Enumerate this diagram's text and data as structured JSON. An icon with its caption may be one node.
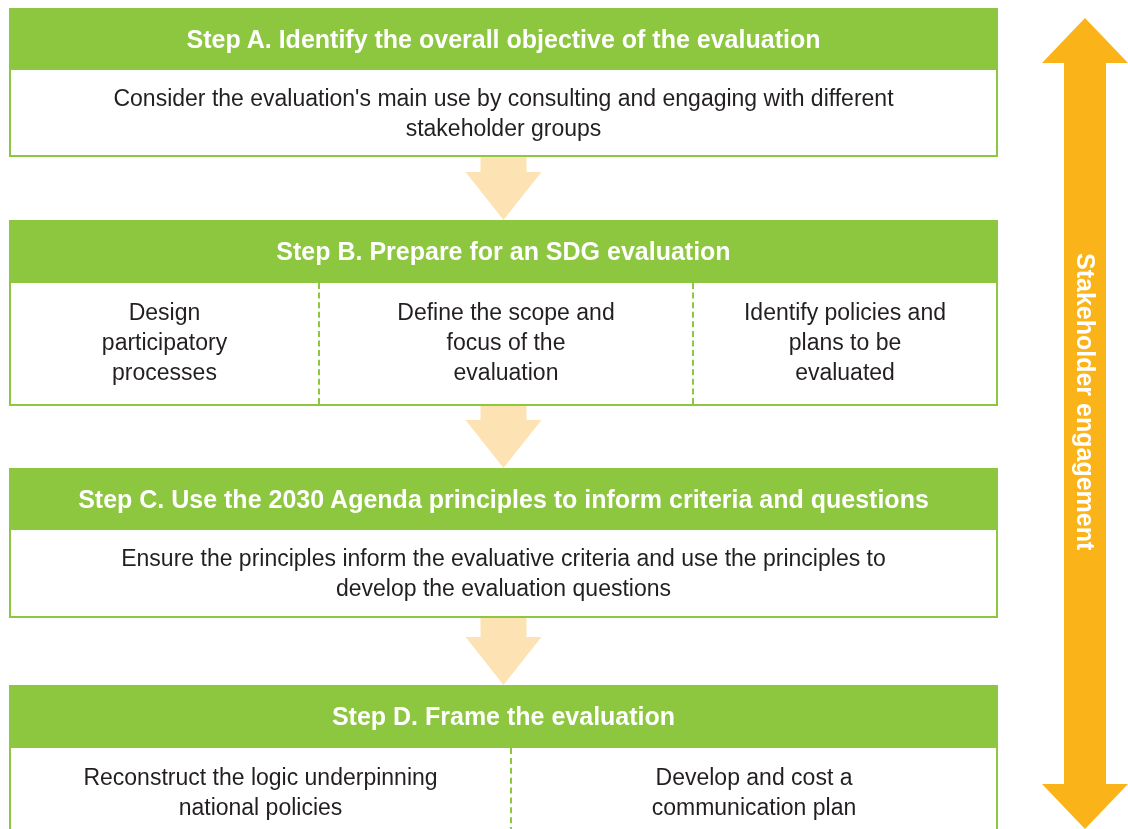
{
  "diagram": {
    "nodes": [
      {
        "text": [
          "Step A. Identify the overall objective of the evaluation",
          "Consider the evaluation's main use by consulting and engaging with different stakeholder groups"
        ]
      },
      {
        "text": [
          "Step B. Prepare for an SDG evaluation"
        ]
      },
      {
        "text": [
          "Design participatory processes"
        ],
        "in": 1
      },
      {
        "text": [
          "Define the scope and focus of the evaluation"
        ],
        "in": 1
      },
      {
        "text": [
          "Identify policies and plans to be evaluated"
        ],
        "in": 1
      },
      {
        "text": [
          "Step C. Use the 2030 Agenda principles to inform criteria and questions",
          "Ensure the principles inform the evaluative criteria and use the principles to develop the evaluation questions"
        ]
      },
      {
        "text": [
          "Step D. Frame the evaluation"
        ]
      },
      {
        "text": [
          "Reconstruct the logic underpinning national policies"
        ],
        "in": 6
      },
      {
        "text": [
          "Develop and cost a communication plan"
        ],
        "in": 6
      },
      {
        "text": [
          "Stakeholder engagement"
        ]
      }
    ],
    "edges": [
      {
        "from": 0,
        "to": 1,
        "arrow": "to",
        "style": "thick"
      },
      {
        "from": 1,
        "to": 5,
        "arrow": "to",
        "style": "thick"
      },
      {
        "from": 5,
        "to": 6,
        "arrow": "to",
        "style": "thick"
      }
    ]
  }
}
